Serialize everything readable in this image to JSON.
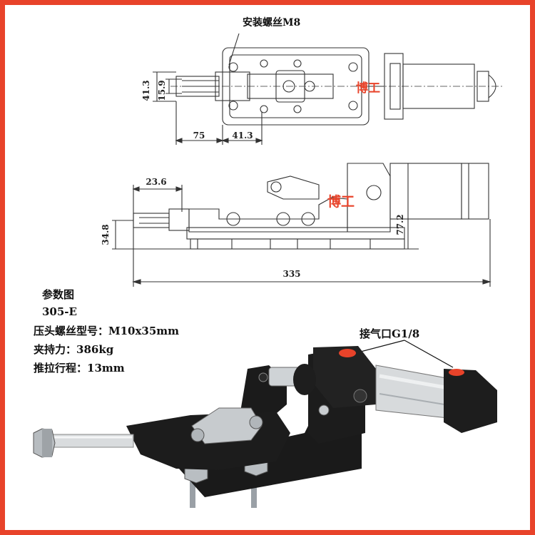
{
  "drawing": {
    "top_view": {
      "mount_screw_label": "安装螺丝M8",
      "dims": {
        "d1": "41.3",
        "d2": "15.9",
        "d3": "75",
        "d4": "41.3"
      },
      "watermark": "博工"
    },
    "side_view": {
      "dims": {
        "d1": "23.6",
        "d2": "34.8",
        "d3": "77.2",
        "d4": "335"
      },
      "watermark": "博工"
    }
  },
  "specs": {
    "title": "参数图",
    "model": "305-E",
    "rows": [
      {
        "label": "压头螺丝型号：",
        "value": "M10x35mm"
      },
      {
        "label": "夹持力：",
        "value": "386kg"
      },
      {
        "label": "推拉行程：",
        "value": "13mm"
      }
    ]
  },
  "photo": {
    "air_inlet_label": "接气口G1/8"
  },
  "colors": {
    "border": "#e8432a",
    "watermark": "#e8432a",
    "line": "#333333"
  }
}
